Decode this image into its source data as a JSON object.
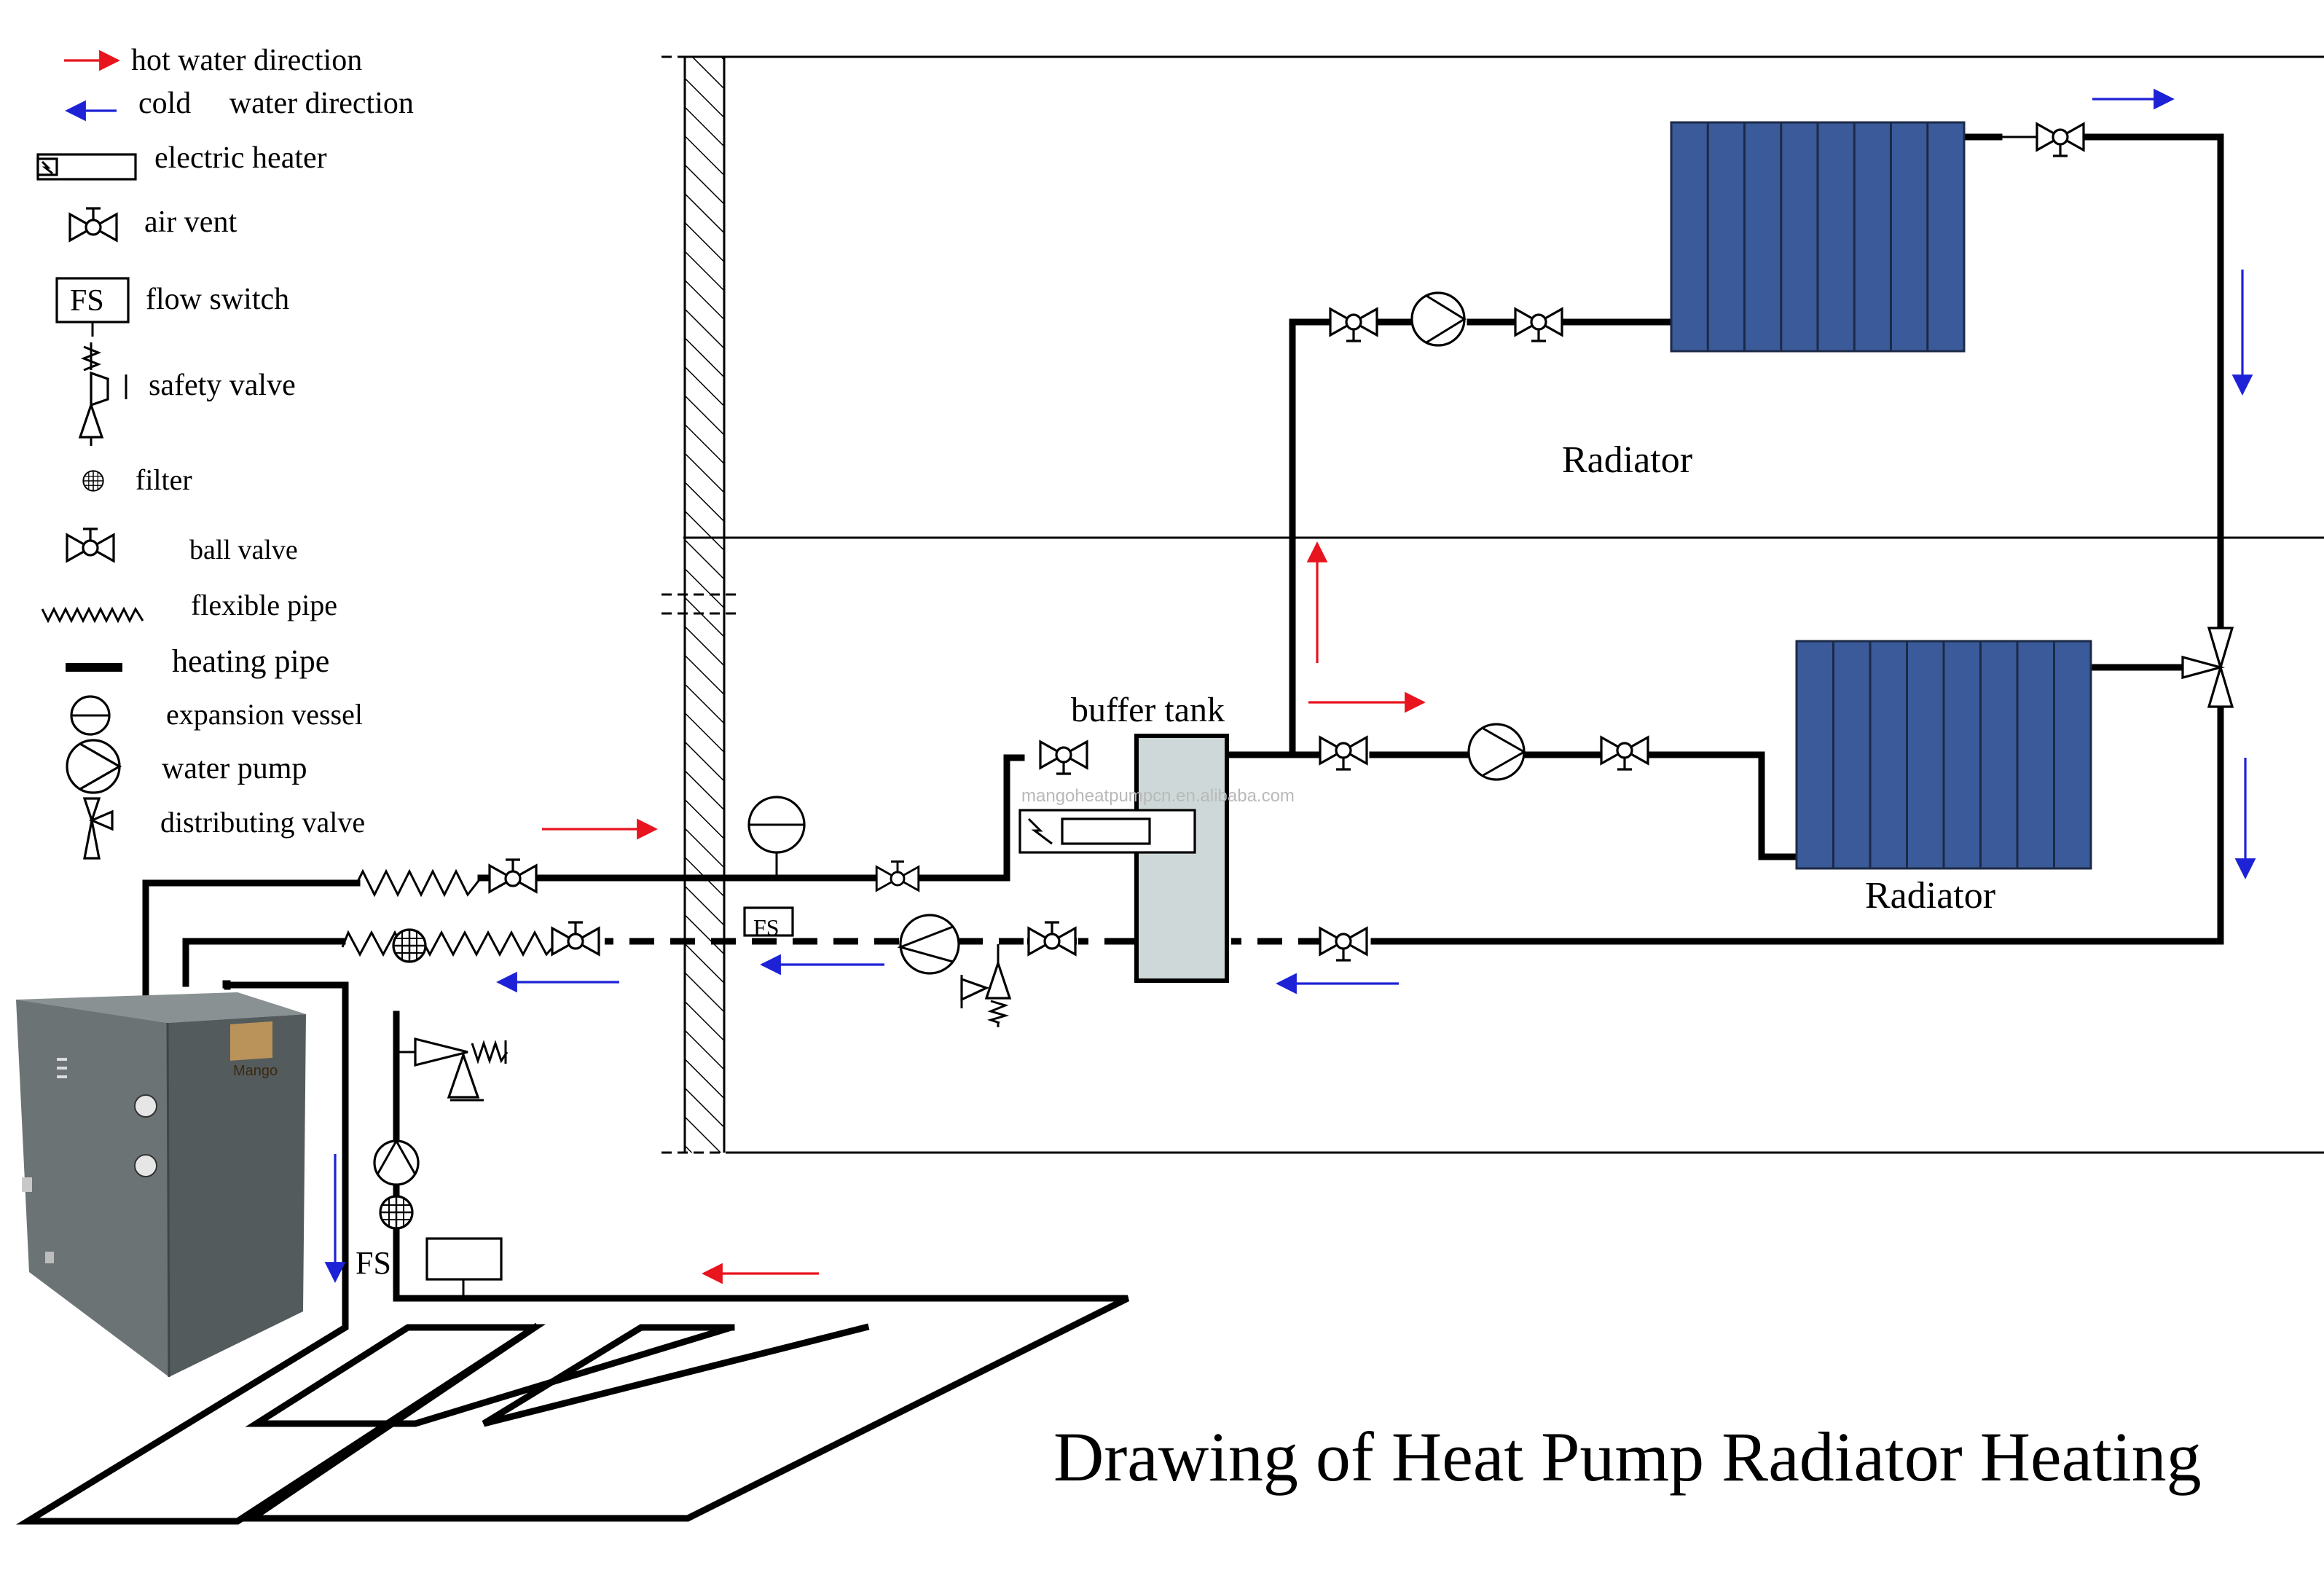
{
  "title": "Drawing of Heat Pump Radiator Heating",
  "legend": [
    {
      "symbol": "red-arrow-icon",
      "label": "hot water direction"
    },
    {
      "symbol": "blue-arrow-icon",
      "label": "cold     water direction"
    },
    {
      "symbol": "electric-heater-icon",
      "label": "electric heater"
    },
    {
      "symbol": "air-vent-icon",
      "label": "air vent"
    },
    {
      "symbol": "flow-switch-icon",
      "label": "flow switch",
      "symbol_text": "FS"
    },
    {
      "symbol": "safety-valve-icon",
      "label": "safety valve"
    },
    {
      "symbol": "filter-icon",
      "label": "filter"
    },
    {
      "symbol": "ball-valve-icon",
      "label": "ball valve"
    },
    {
      "symbol": "flexible-pipe-icon",
      "label": "flexible pipe"
    },
    {
      "symbol": "heating-pipe-icon",
      "label": "heating pipe"
    },
    {
      "symbol": "expansion-vessel-icon",
      "label": "expansion vessel"
    },
    {
      "symbol": "water-pump-icon",
      "label": "water pump"
    },
    {
      "symbol": "distributing-valve-icon",
      "label": "distributing valve"
    }
  ],
  "labels": {
    "radiator_upper": "Radiator",
    "radiator_lower": "Radiator",
    "buffer_tank": "buffer tank",
    "fs_indoor": "FS",
    "fs_outdoor": "FS",
    "watermark": "mangoheatpumpcn.en.alibaba.com",
    "unit_brand": "Mango"
  },
  "colors": {
    "hot": "#e8141e",
    "cold": "#1d22d6",
    "radiator": "#3a5a99",
    "tank": "#cfd8d8",
    "unit": "#6c7374"
  }
}
